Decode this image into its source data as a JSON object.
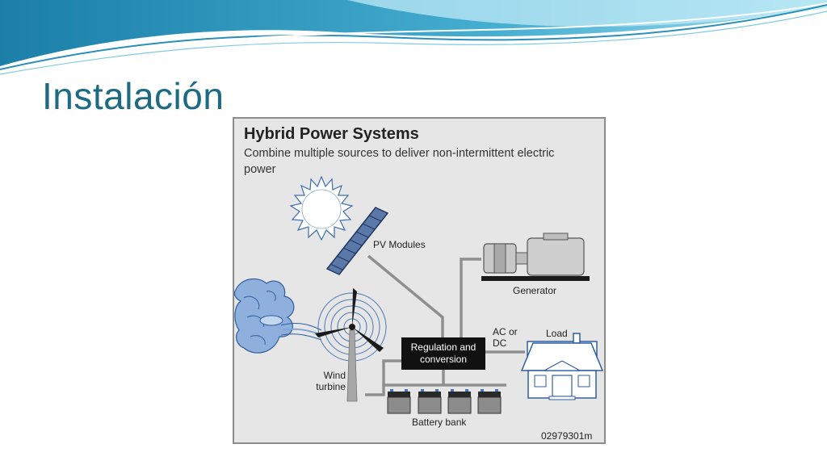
{
  "slide": {
    "title": "Instalación",
    "accent_color": "#1e6a85"
  },
  "diagram": {
    "title": "Hybrid Power Systems",
    "subtitle": "Combine multiple sources to deliver non-intermittent electric power",
    "components": {
      "pv_modules": "PV Modules",
      "generator": "Generator",
      "regulation": "Regulation and conversion",
      "ac_dc": "AC or DC",
      "load": "Load",
      "wind_turbine": "Wind turbine",
      "battery_bank": "Battery bank"
    },
    "figure_id": "02979301m",
    "colors": {
      "panel_fill": "#5a78a8",
      "line": "#8f8f8f",
      "box": "#111111"
    }
  }
}
